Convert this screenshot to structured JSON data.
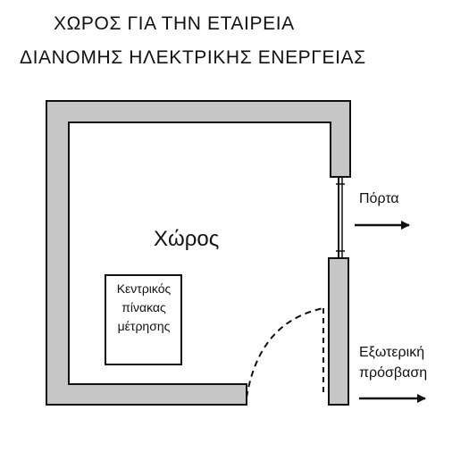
{
  "title": {
    "line1": "ΧΩΡΟΣ ΓΙΑ ΤΗΝ ΕΤΑΙΡΕΙΑ",
    "line2": "ΔΙΑΝΟΜΗΣ ΗΛΕΚΤΡΙΚΗΣ ΕΝΕΡΓΕΙΑΣ"
  },
  "room": {
    "label": "Χώρος"
  },
  "meter_panel": {
    "line1": "Κεντρικός",
    "line2": "πίνακας",
    "line3": "μέτρησης"
  },
  "door": {
    "label": "Πόρτα"
  },
  "external_access": {
    "line1": "Εξωτερική",
    "line2": "πρόσβαση"
  },
  "colors": {
    "wall_fill": "#c6c6c6",
    "outline": "#111111",
    "background": "#ffffff"
  }
}
